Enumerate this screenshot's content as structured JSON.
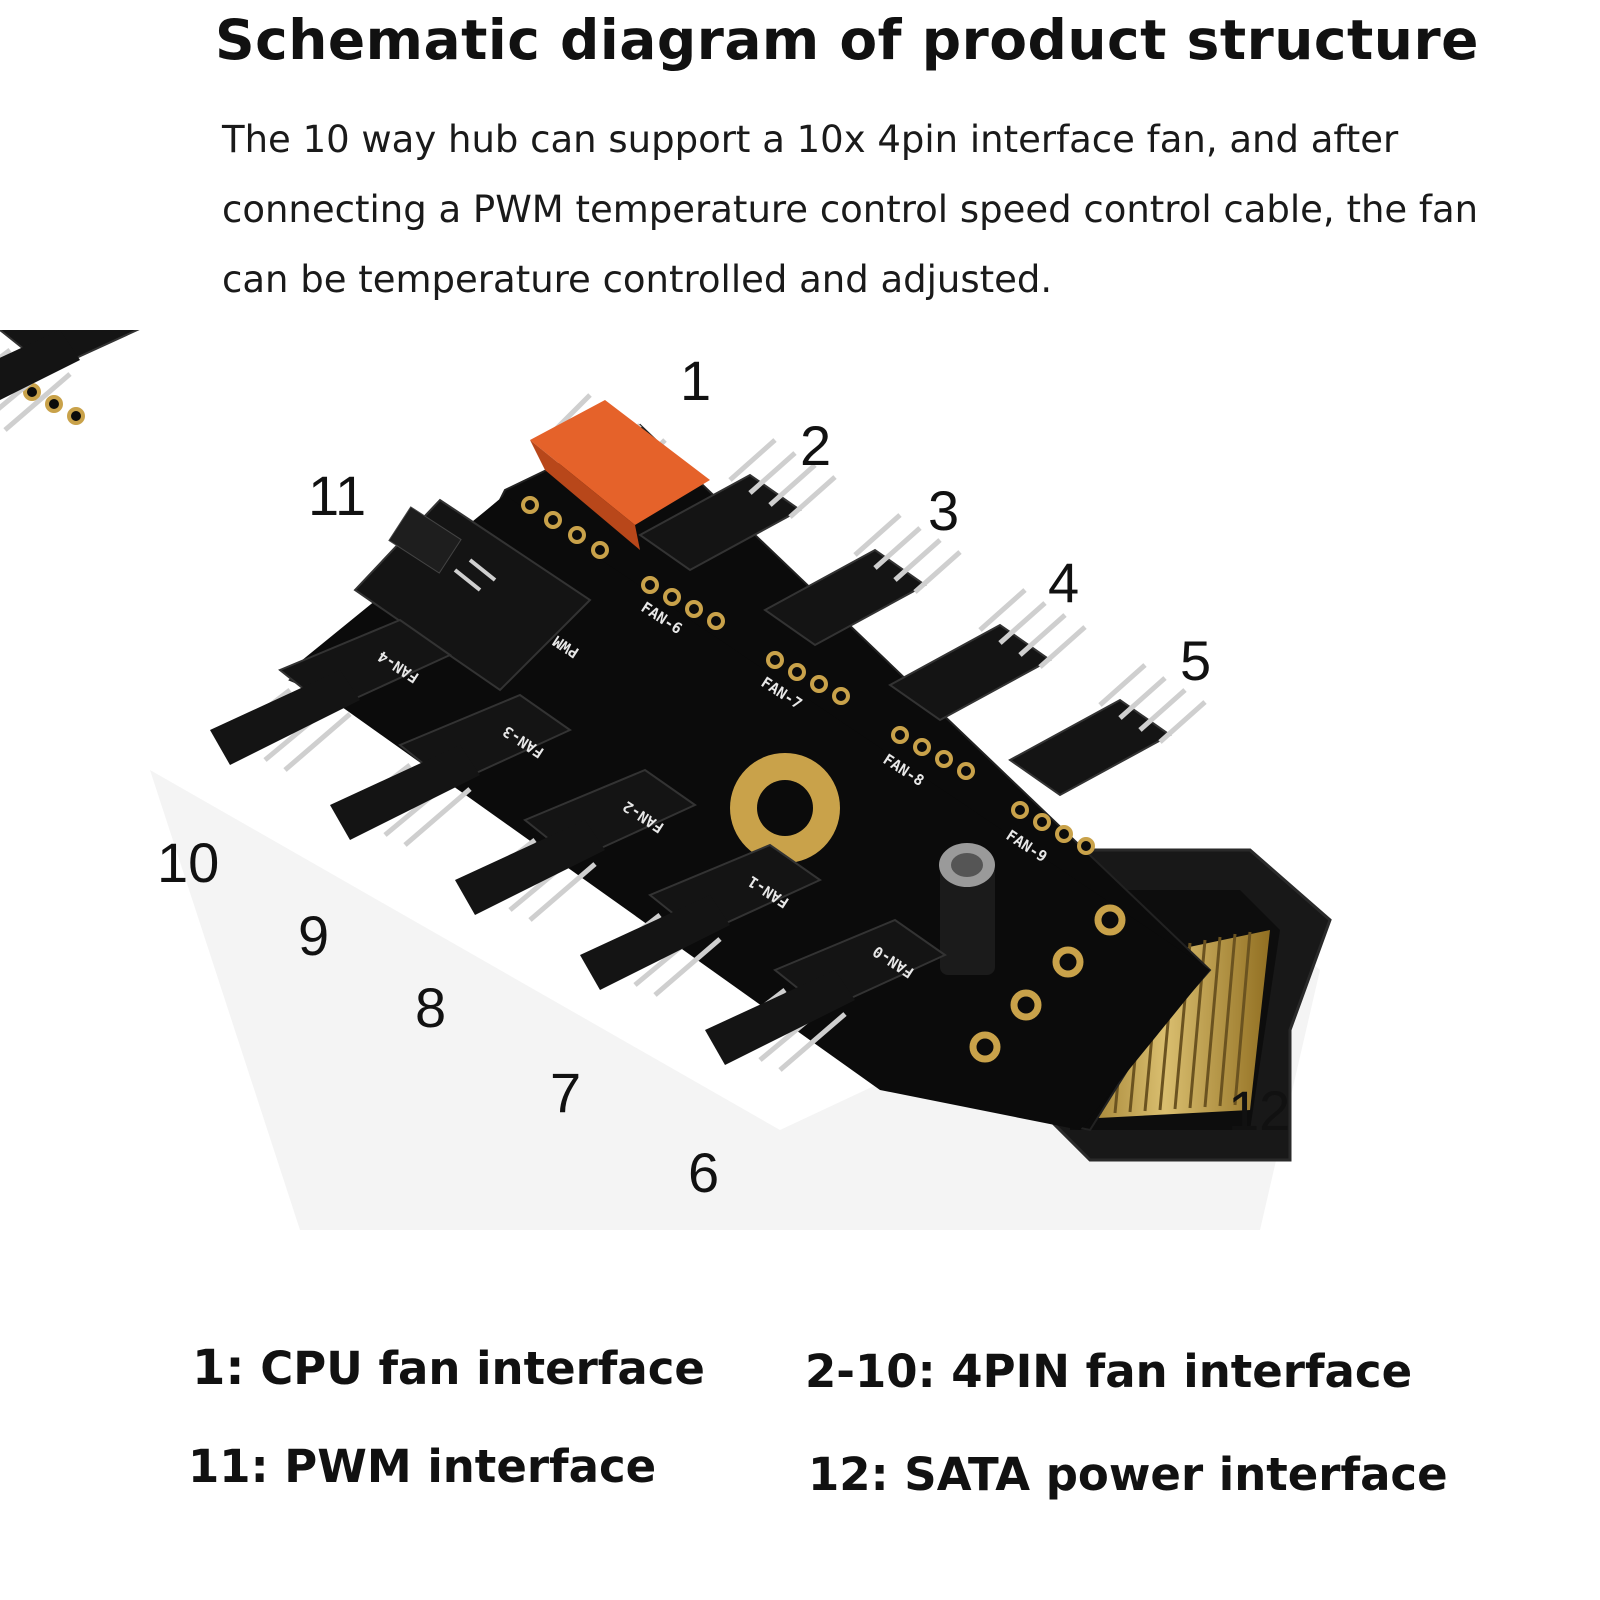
{
  "title": "Schematic diagram of product structure",
  "description": "The 10 way hub can support a 10x 4pin interface fan, and after connecting a PWM temperature control speed control cable, the fan can be temperature controlled and adjusted.",
  "board_labels": {
    "fan0": "FAN-0",
    "fan1": "FAN-1",
    "fan2": "FAN-2",
    "fan3": "FAN-3",
    "fan4": "FAN-4",
    "fan6": "FAN-6",
    "fan7": "FAN-7",
    "fan8": "FAN-8",
    "fan9": "FAN-9",
    "pwm": "PWM"
  },
  "callouts": {
    "c1": "1",
    "c2": "2",
    "c3": "3",
    "c4": "4",
    "c5": "5",
    "c6": "6",
    "c7": "7",
    "c8": "8",
    "c9": "9",
    "c10": "10",
    "c11": "11",
    "c12": "12"
  },
  "legend": {
    "cpu_num": "1:",
    "cpu_text": "CPU fan interface",
    "fan4pin": "2-10: 4PIN fan interface",
    "pwm": "11: PWM interface",
    "sata": "12: SATA power interface"
  },
  "colors": {
    "pcb": "#0b0b0b",
    "header": "#141414",
    "cpu_header": "#e5622a",
    "gold": "#c9a24a",
    "pin": "#cfcfcf"
  }
}
